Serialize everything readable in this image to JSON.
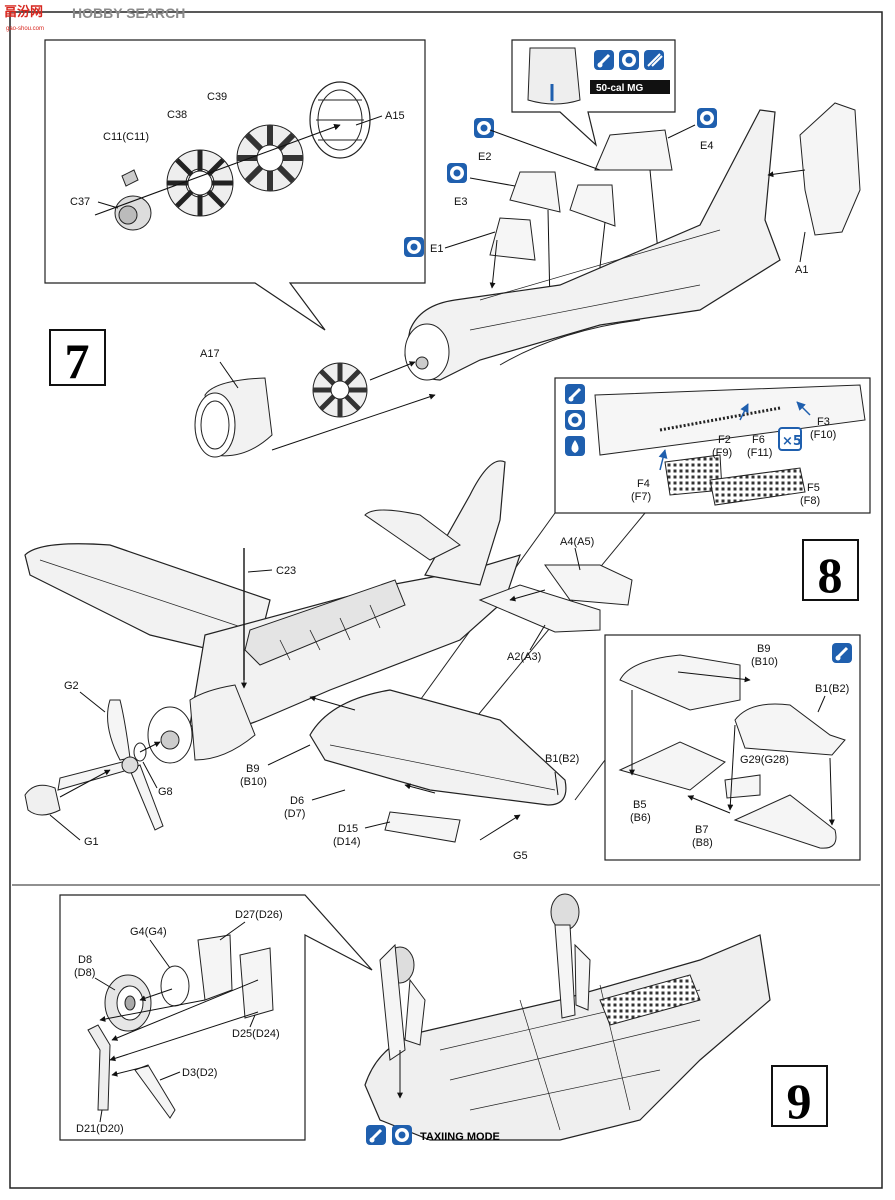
{
  "watermark": {
    "cn": "畐汾网",
    "brand": "HOBBY SEARCH",
    "url": "gao-shou.com"
  },
  "steps": [
    {
      "number": "7"
    },
    {
      "number": "8"
    },
    {
      "number": "9"
    }
  ],
  "badge_50cal": "50-cal MG",
  "taxiing_mode": "TAXIING MODE",
  "icons": {
    "paint": "paint-brush-icon",
    "option": "option-badge-icon",
    "tape": "tape-icon",
    "drop": "drop-icon",
    "x5": "x5-repeat-icon",
    "colors": {
      "icon_blue": "#1f5fae",
      "ink": "#111111"
    }
  },
  "labels": {
    "c11": "C11(C11)",
    "c38": "C38",
    "c39": "C39",
    "a15": "A15",
    "c37": "C37",
    "e2": "E2",
    "e4": "E4",
    "e3": "E3",
    "e1": "E1",
    "a1": "A1",
    "a17": "A17",
    "f3": "F3",
    "f10": "(F10)",
    "f2": "F2",
    "f9": "(F9)",
    "f6": "F6",
    "f11": "(F11)",
    "f4": "F4",
    "f7": "(F7)",
    "f5": "F5",
    "f8": "(F8)",
    "c23": "C23",
    "a4": "A4(A5)",
    "a2": "A2(A3)",
    "b9r": "B9",
    "b10r": "(B10)",
    "b1r": "B1(B2)",
    "g2": "G2",
    "g8": "G8",
    "g1": "G1",
    "b9l": "B9",
    "b10l": "(B10)",
    "d6": "D6",
    "d7": "(D7)",
    "d15": "D15",
    "d14": "(D14)",
    "g5": "G5",
    "b1m": "B1(B2)",
    "g29": "G29(G28)",
    "b5": "B5",
    "b6": "(B6)",
    "b7": "B7",
    "b8": "(B8)",
    "g4": "G4(G4)",
    "d27": "D27(D26)",
    "d8a": "D8",
    "d8b": "(D8)",
    "d25": "D25(D24)",
    "d3": "D3(D2)",
    "d21": "D21(D20)"
  }
}
